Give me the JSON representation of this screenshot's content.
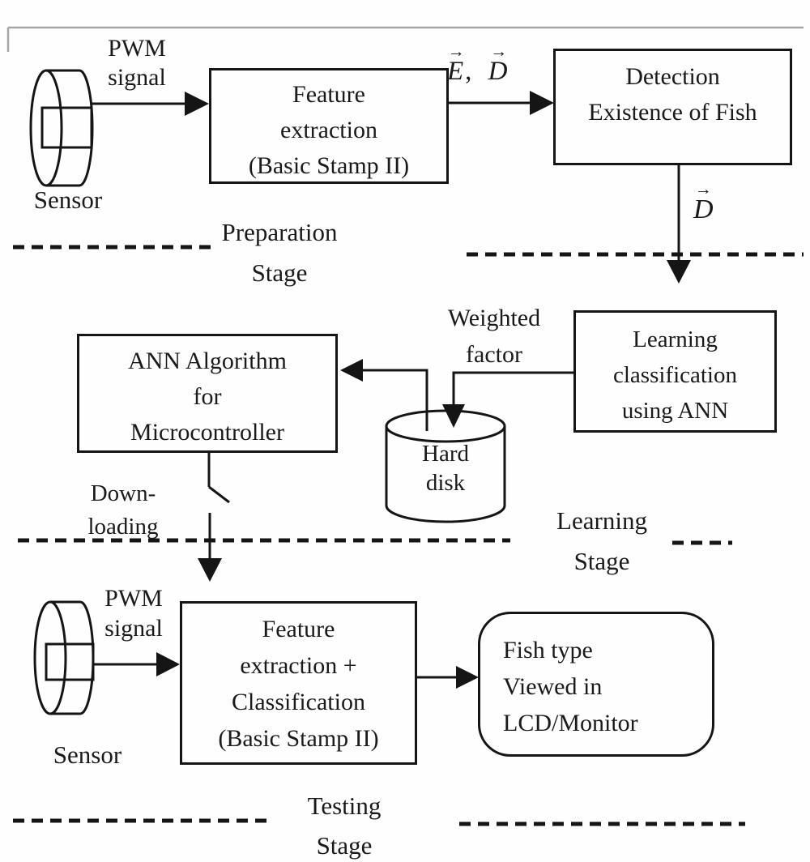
{
  "figure": {
    "background": "#fefefe",
    "ink": "#1a1a1a",
    "stages": {
      "preparation": {
        "line1": "Preparation",
        "line2": "Stage"
      },
      "learning": {
        "line1": "Learning",
        "line2": "Stage"
      },
      "testing": {
        "line1": "Testing",
        "line2": "Stage"
      }
    },
    "nodes": {
      "sensor1": {
        "label": "Sensor"
      },
      "feature_extraction": {
        "line1": "Feature",
        "line2": "extraction",
        "line3": "(Basic Stamp II)"
      },
      "detection": {
        "line1": "Detection",
        "line2": "Existence of Fish"
      },
      "learning_classification": {
        "line1": "Learning",
        "line2": "classification",
        "line3": "using ANN"
      },
      "ann_algorithm": {
        "line1": "ANN Algorithm",
        "line2": "for",
        "line3": "Microcontroller"
      },
      "hard_disk": {
        "line1": "Hard",
        "line2": "disk"
      },
      "sensor2": {
        "label": "Sensor"
      },
      "feature_classification": {
        "line1": "Feature",
        "line2": "extraction +",
        "line3": "Classification",
        "line4": "(Basic Stamp II)"
      },
      "fish_type": {
        "line1": "Fish type",
        "line2": "Viewed in",
        "line3": "LCD/Monitor"
      }
    },
    "labels": {
      "pwm1": {
        "line1": "PWM",
        "line2": "signal"
      },
      "pwm2": {
        "line1": "PWM",
        "line2": "signal"
      },
      "ed": {
        "e": "E",
        "comma": ",",
        "d": "D",
        "vector_arrow": "→"
      },
      "d": {
        "d": "D",
        "vector_arrow": "→"
      },
      "weighted_factor": {
        "line1": "Weighted",
        "line2": "factor"
      },
      "downloading": {
        "line1": "Down-",
        "line2": "loading"
      }
    }
  }
}
